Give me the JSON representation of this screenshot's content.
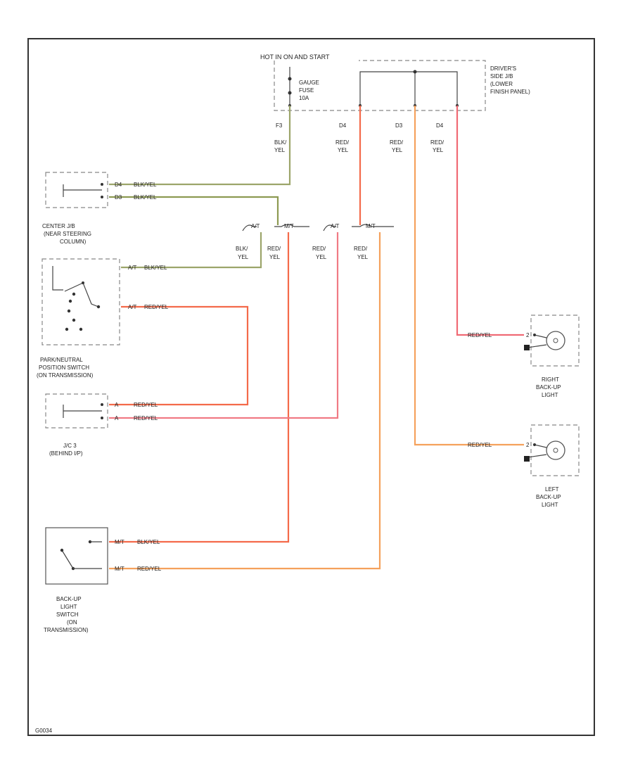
{
  "colors": {
    "blk_yel": "#9ca56a",
    "red_yel": "#f46a4a",
    "red_yel_light": "#f5a15c",
    "red_yel_pink": "#f06a74"
  },
  "hot_box": {
    "title": "HOT IN ON AND START",
    "fuse": [
      "GAUGE",
      "FUSE",
      "10A"
    ]
  },
  "junction_block": [
    "DRIVER'S",
    "SIDE J/B",
    "(LOWER",
    "FINISH PANEL)"
  ],
  "terminals": {
    "f3": "F3",
    "d4a": "D4",
    "d3": "D3",
    "d4b": "D4"
  },
  "wire_top": {
    "blk_yel": [
      "BLK/",
      "YEL"
    ],
    "red_yel_1": [
      "RED/",
      "YEL"
    ],
    "red_yel_2": [
      "RED/",
      "YEL"
    ],
    "red_yel_3": [
      "RED/",
      "YEL"
    ]
  },
  "connector_splits": {
    "at": "A/T",
    "mt": "M/T"
  },
  "wire_mid": {
    "blk_yel": [
      "BLK/",
      "YEL"
    ],
    "red_yel_1": [
      "RED/",
      "YEL"
    ],
    "red_yel_2": [
      "RED/",
      "YEL"
    ],
    "red_yel_3": [
      "RED/",
      "YEL"
    ]
  },
  "center_jb": {
    "label": [
      "CENTER J/B",
      "(NEAR STEERING",
      "COLUMN)"
    ],
    "pin1": "D4",
    "wire1": "BLK/YEL",
    "pin2": "D3",
    "wire2": "BLK/YEL"
  },
  "pn_switch": {
    "label": [
      "PARK/NEUTRAL",
      "POSITION SWITCH",
      "(ON TRANSMISSION)"
    ],
    "pin1": "A/T",
    "wire1": "BLK/YEL",
    "pin2": "A/T",
    "wire2": "RED/YEL"
  },
  "jc3": {
    "label": [
      "J/C 3",
      "(BEHIND I/P)"
    ],
    "pin1": "A",
    "wire1": "RED/YEL",
    "pin2": "A",
    "wire2": "RED/YEL"
  },
  "backup_switch": {
    "label": [
      "BACK-UP",
      "LIGHT",
      "SWITCH",
      "(ON",
      "TRANSMISSION)"
    ],
    "pin1": "M/T",
    "wire1": "BLK/YEL",
    "pin2": "M/T",
    "wire2": "RED/YEL"
  },
  "right_light": {
    "label": [
      "RIGHT",
      "BACK-UP",
      "LIGHT"
    ],
    "wire": "RED/YEL",
    "pin": "2"
  },
  "left_light": {
    "label": [
      "LEFT",
      "BACK-UP",
      "LIGHT"
    ],
    "wire": "RED/YEL",
    "pin": "2"
  },
  "footer_code": "G0034"
}
